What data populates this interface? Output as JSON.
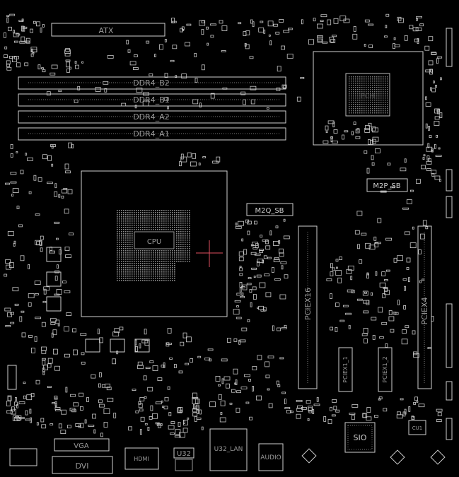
{
  "board": {
    "colors": {
      "background": "#000000",
      "outline": "#d8d8d8",
      "label": "#9a9a9a",
      "cursor": "#e05060"
    },
    "labels": {
      "atx": "ATX",
      "ddr4_b2": "DDR4_B2",
      "ddr4_b1": "DDR4_B1",
      "ddr4_a2": "DDR4_A2",
      "ddr4_a1": "DDR4_A1",
      "m2p_sb": "M2P_SB",
      "m2q_sb": "M2Q_SB",
      "pciex16": "PCIEX16",
      "pciex4": "PCIEX4",
      "pciex1_1": "PCIEX1_1",
      "pciex1_2": "PCIEX1_2",
      "sio": "SIO",
      "cu1": "CU1",
      "vga": "VGA",
      "dvi": "DVI",
      "hdmi": "HDMI",
      "u32": "U32",
      "u32_lan": "U32_LAN",
      "audio": "AUDIO",
      "pch": "PCH",
      "cpu": "CPU"
    }
  }
}
